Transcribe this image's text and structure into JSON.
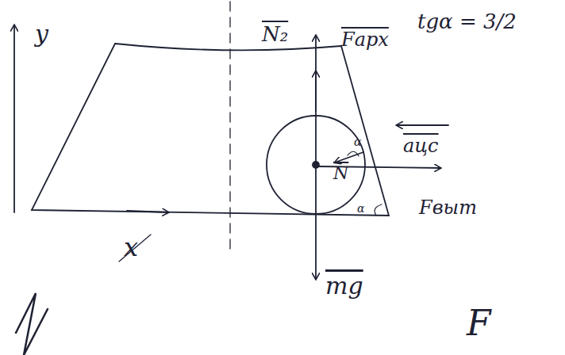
{
  "diagram": {
    "labels": [
      "y",
      "N₂",
      "Fарх",
      "tgα = 3/2",
      "aцс",
      "N",
      "α",
      "Fвыт",
      "x",
      "mg",
      "α",
      "F"
    ]
  }
}
